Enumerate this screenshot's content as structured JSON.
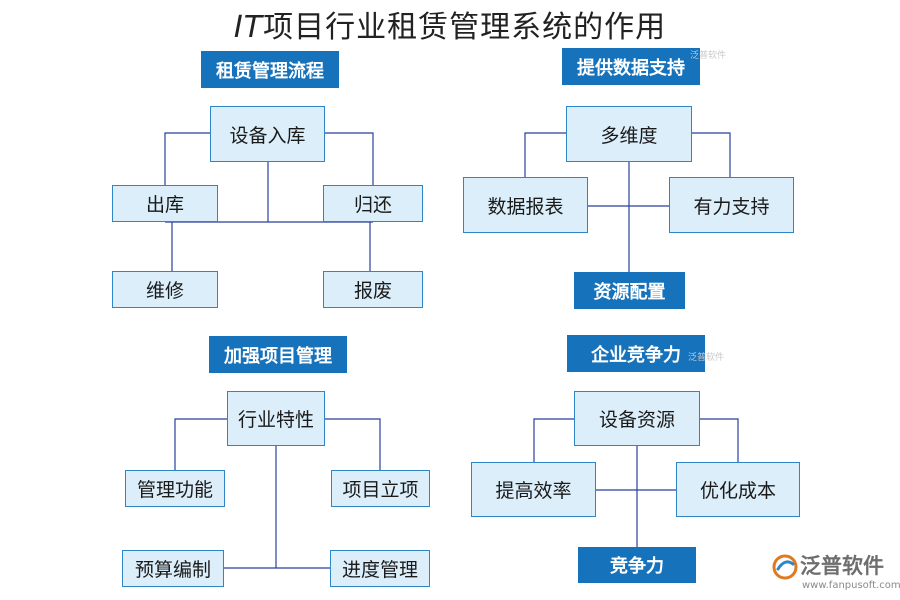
{
  "title": {
    "prefix": "IT",
    "rest": "项目行业租赁管理系统的作用"
  },
  "q1": {
    "header": "租赁管理流程",
    "nodes": {
      "top": "设备入库",
      "left": "出库",
      "right": "归还",
      "bottom_left": "维修",
      "bottom_right": "报废"
    }
  },
  "q2": {
    "header": "提供数据支持",
    "nodes": {
      "top": "多维度",
      "left": "数据报表",
      "right": "有力支持"
    },
    "bottom": "资源配置"
  },
  "q3": {
    "header": "加强项目管理",
    "nodes": {
      "top": "行业特性",
      "left": "管理功能",
      "right": "项目立项",
      "bottom_left": "预算编制",
      "bottom_right": "进度管理"
    }
  },
  "q4": {
    "header": "企业竞争力",
    "nodes": {
      "top": "设备资源",
      "left": "提高效率",
      "right": "优化成本"
    },
    "bottom": "竞争力"
  },
  "watermarks": {
    "small_1": "泛普软件",
    "small_2": "泛普软件"
  },
  "logo": {
    "text": "泛普软件",
    "url": "www.fanpusoft.com",
    "icon": "fanpu-logo-icon"
  },
  "colors": {
    "header_bg": "#1672ba",
    "node_bg": "#dbeefa",
    "node_border": "#2e85c7",
    "line": "#2a3f9e"
  }
}
